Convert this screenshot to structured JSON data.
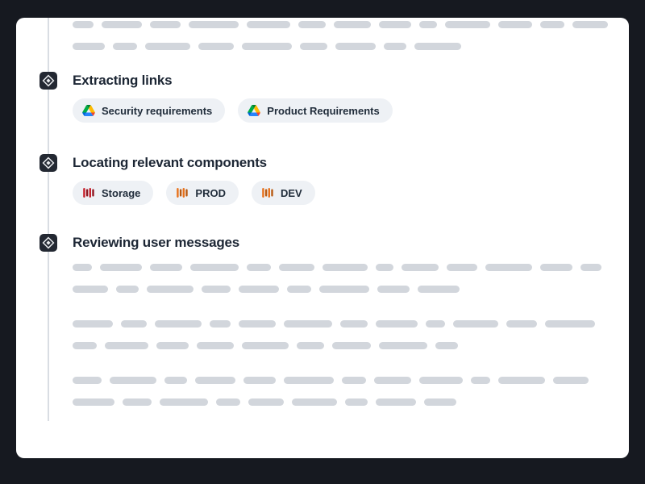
{
  "page": {
    "background_color": "#161920",
    "card_background": "#ffffff"
  },
  "colors": {
    "heading_text": "#1c2634",
    "chip_background": "#eef1f5",
    "chip_text": "#212d3b",
    "timeline_line": "#d9dde3",
    "node_background": "#232832",
    "node_glyph": "#e9ebee",
    "skeleton_dash": "#d2d6dc",
    "drive_green": "#00ac47",
    "drive_dark_green": "#00832d",
    "drive_yellow": "#ffba00",
    "drive_blue": "#2684fc",
    "drive_deep_blue": "#0066da",
    "drive_red": "#ea4335",
    "aws_orange": "#e8721c",
    "aws_orange_dark": "#b85a12",
    "aws_red": "#c7202c",
    "aws_red_dark": "#8f1620"
  },
  "sections": [
    {
      "title": "Extracting links",
      "icon": "agent-step-icon",
      "chips": [
        {
          "label": "Security requirements",
          "icon": "google-drive-icon"
        },
        {
          "label": "Product Requirements",
          "icon": "google-drive-icon"
        }
      ]
    },
    {
      "title": "Locating relevant components",
      "icon": "agent-step-icon",
      "chips": [
        {
          "label": "Storage",
          "icon": "aws-storage-icon"
        },
        {
          "label": "PROD",
          "icon": "aws-environment-icon"
        },
        {
          "label": "DEV",
          "icon": "aws-environment-icon"
        }
      ]
    },
    {
      "title": "Reviewing user messages",
      "icon": "agent-step-icon",
      "chips": []
    }
  ],
  "skeleton": {
    "top_rows": [
      [
        26,
        50,
        38,
        62,
        54,
        34,
        46,
        40,
        22,
        56,
        42,
        30,
        44
      ],
      [
        40,
        30,
        56,
        44,
        62,
        34,
        50,
        28,
        58
      ]
    ],
    "groups": [
      [
        [
          24,
          52,
          40,
          60,
          30,
          44,
          56,
          22,
          46,
          38,
          58,
          40,
          26
        ],
        [
          44,
          28,
          58,
          36,
          50,
          30,
          62,
          40,
          52
        ]
      ],
      [
        [
          50,
          32,
          58,
          26,
          46,
          60,
          34,
          52,
          24,
          56,
          38,
          62
        ],
        [
          30,
          54,
          40,
          46,
          58,
          34,
          48,
          60,
          28
        ]
      ],
      [
        [
          36,
          58,
          28,
          50,
          40,
          62,
          30,
          46,
          54,
          24,
          58,
          44
        ],
        [
          52,
          36,
          60,
          30,
          44,
          56,
          28,
          50,
          40
        ]
      ]
    ]
  }
}
